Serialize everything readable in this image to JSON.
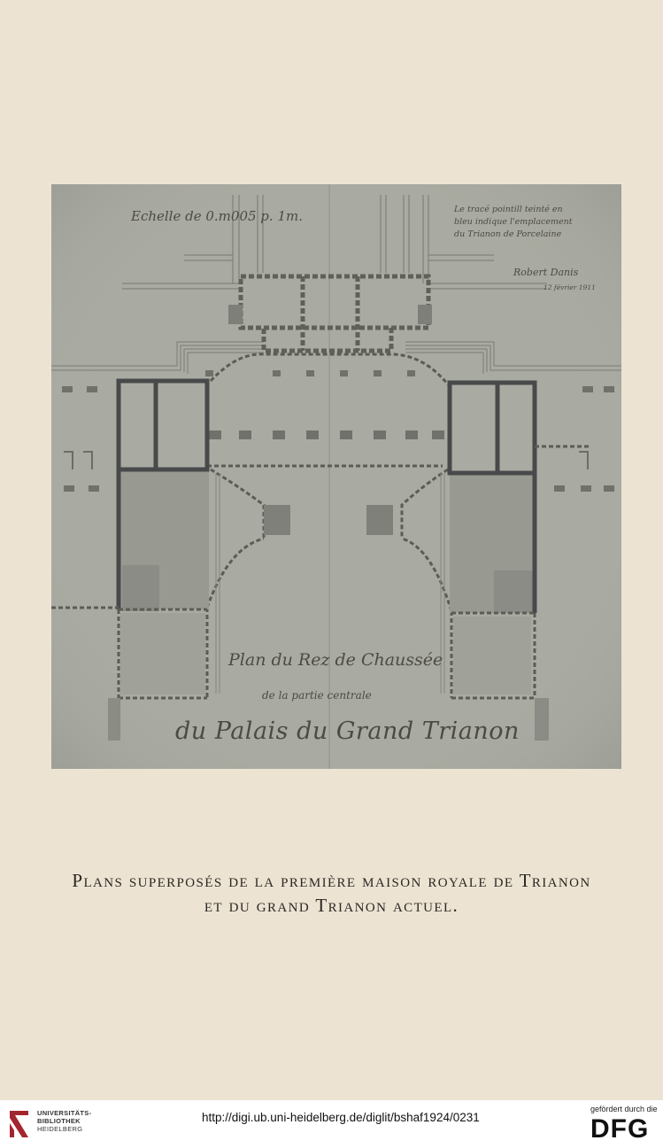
{
  "plate": {
    "scale_label": "Echelle de 0.m005 p. 1m.",
    "note_line1": "Le tracé pointill teinté en",
    "note_line2": "bleu indique l'emplacement",
    "note_line3": "du Trianon de Porcelaine",
    "signature": "Robert Danis",
    "signature_date": "12 février 1911",
    "plan_title": "Plan du Rez de Chaussée",
    "plan_subtitle": "de la partie centrale",
    "plan_main_title": "du Palais du Grand Trianon"
  },
  "caption": {
    "line1": "Plans superposés de la première maison royale de Trianon",
    "line2": "et du grand Trianon actuel."
  },
  "footer": {
    "library_line1": "UNIVERSITÄTS-",
    "library_line2": "BIBLIOTHEK",
    "library_line3": "HEIDELBERG",
    "url": "http://digi.ub.uni-heidelberg.de/diglit/bshaf1924/0231",
    "funded_by": "gefördert durch die",
    "dfg_logo": "DFG"
  },
  "colors": {
    "page": "#ece3d2",
    "plate": "#a9aaa1",
    "ink": "#4c4a44",
    "logo_red": "#a3262f"
  }
}
